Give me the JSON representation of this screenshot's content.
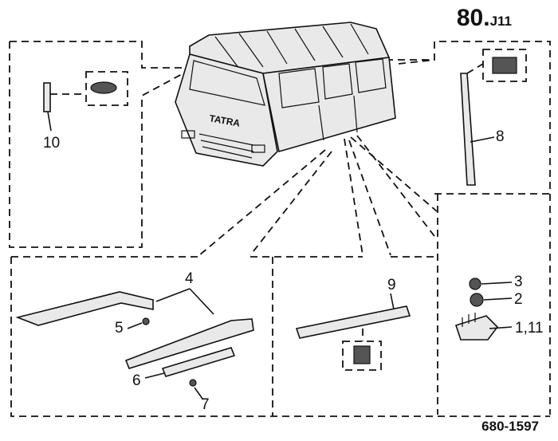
{
  "header": {
    "page_number": "80.",
    "page_suffix": "J11",
    "document_number": "680-1597"
  },
  "callouts": {
    "p10": "10",
    "p8": "8",
    "p4": "4",
    "p5": "5",
    "p6": "6",
    "p7": "7",
    "p9": "9",
    "p3": "3",
    "p2": "2",
    "p1_11": "1,11"
  },
  "cab": {
    "badge": "TATRA"
  }
}
